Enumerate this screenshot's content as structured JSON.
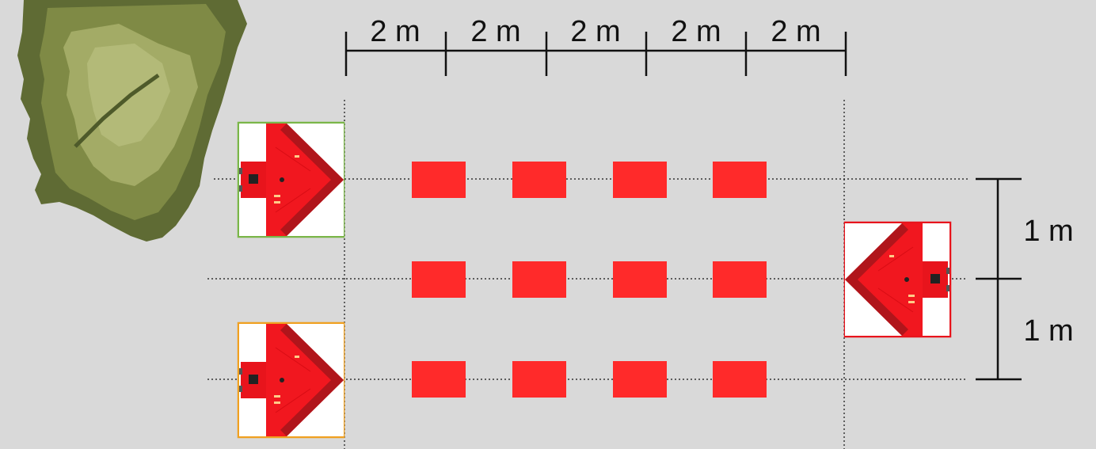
{
  "colors": {
    "background": "#d9d9d9",
    "target_red": "#ff2a2a",
    "board_red": "#f1171f",
    "board_dark": "#a3141a",
    "frame_green": "#7ab648",
    "frame_orange": "#f0a020",
    "frame_red": "#e8141c",
    "foliage_dark": "#5f6b34",
    "foliage_mid": "#7f8a45",
    "foliage_light": "#a3ab66"
  },
  "dimensions": {
    "horizontal_segments": [
      "2 m",
      "2 m",
      "2 m",
      "2 m",
      "2 m"
    ],
    "vertical_segments": [
      "1 m",
      "1 m"
    ]
  },
  "grid": {
    "rows": 3,
    "cols": 4
  },
  "devices": [
    {
      "name": "green-frame-device",
      "frame_color": "#7ab648",
      "facing": "right"
    },
    {
      "name": "orange-frame-device",
      "frame_color": "#f0a020",
      "facing": "right"
    },
    {
      "name": "red-frame-device",
      "frame_color": "#e8141c",
      "facing": "left"
    }
  ]
}
